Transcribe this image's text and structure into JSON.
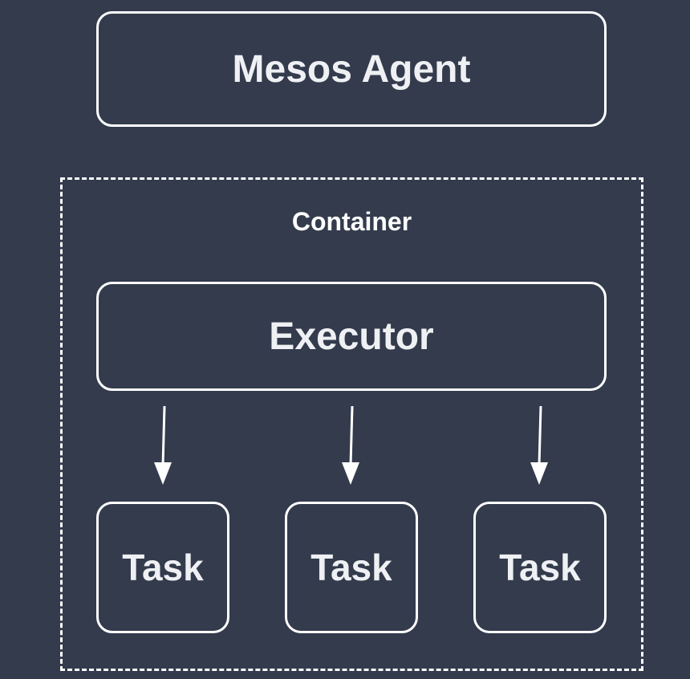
{
  "diagram": {
    "agent_label": "Mesos Agent",
    "container_label": "Container",
    "executor_label": "Executor",
    "tasks": [
      {
        "label": "Task"
      },
      {
        "label": "Task"
      },
      {
        "label": "Task"
      }
    ],
    "colors": {
      "background": "#333b4d",
      "stroke": "#ffffff",
      "text": "#eef0f3"
    }
  }
}
